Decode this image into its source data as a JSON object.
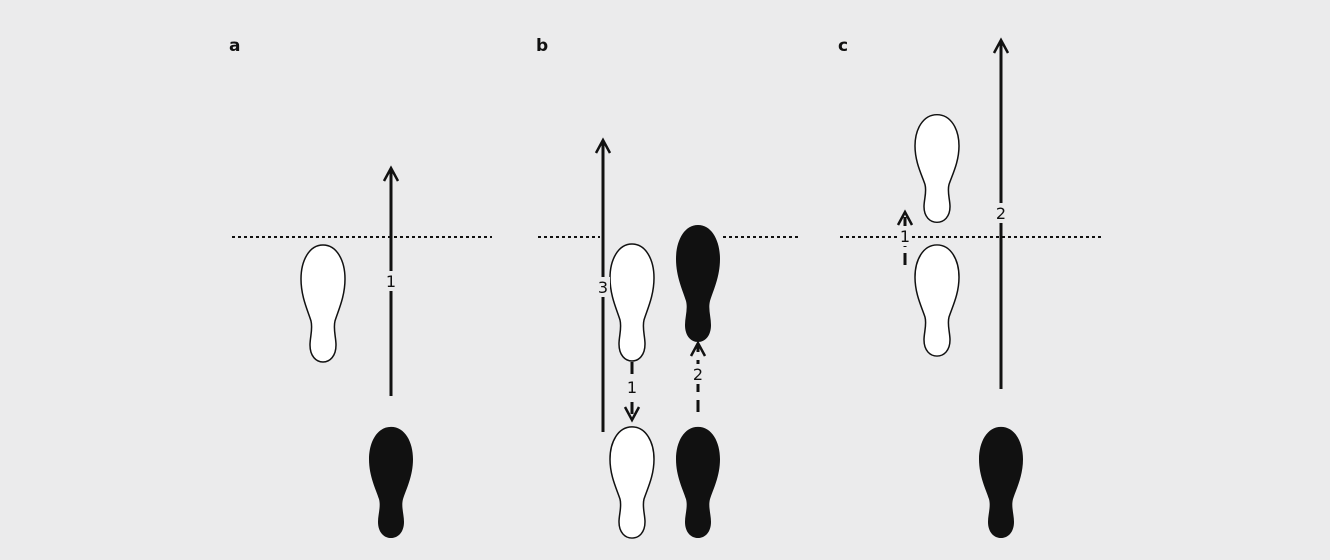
{
  "colors": {
    "background": "#ebebec",
    "ink": "#111111",
    "white_foot": "#ffffff",
    "black_foot": "#111111"
  },
  "panels": {
    "a": {
      "letter": "a",
      "steps": [
        "1"
      ]
    },
    "b": {
      "letter": "b",
      "steps": [
        "1",
        "2",
        "3"
      ]
    },
    "c": {
      "letter": "c",
      "steps": [
        "1",
        "2"
      ]
    }
  }
}
